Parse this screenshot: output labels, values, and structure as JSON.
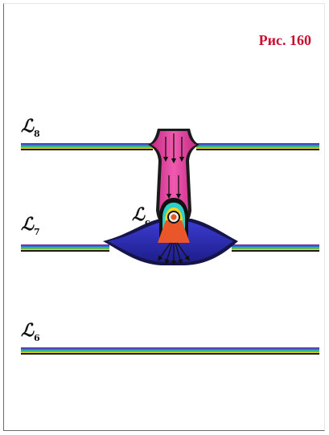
{
  "figure": {
    "label": "Рис. 160"
  },
  "layers": [
    {
      "symbol": "ℒ",
      "subscript": "8"
    },
    {
      "symbol": "ℒ",
      "subscript": "7"
    },
    {
      "symbol": "ℒ",
      "subscript": "6"
    }
  ],
  "channel": {
    "symbol": "ℒ",
    "subscript": "c"
  },
  "colors": {
    "stripe": [
      "#7a2fa0",
      "#2f5fd0",
      "#18b8c8",
      "#3cb043",
      "#e8d21a",
      "#1a1a1a"
    ],
    "upper_cone": "#e0379a",
    "lower_lens": "#2d2db0",
    "core": "#e8562a",
    "figure_label": "#c8102e"
  }
}
